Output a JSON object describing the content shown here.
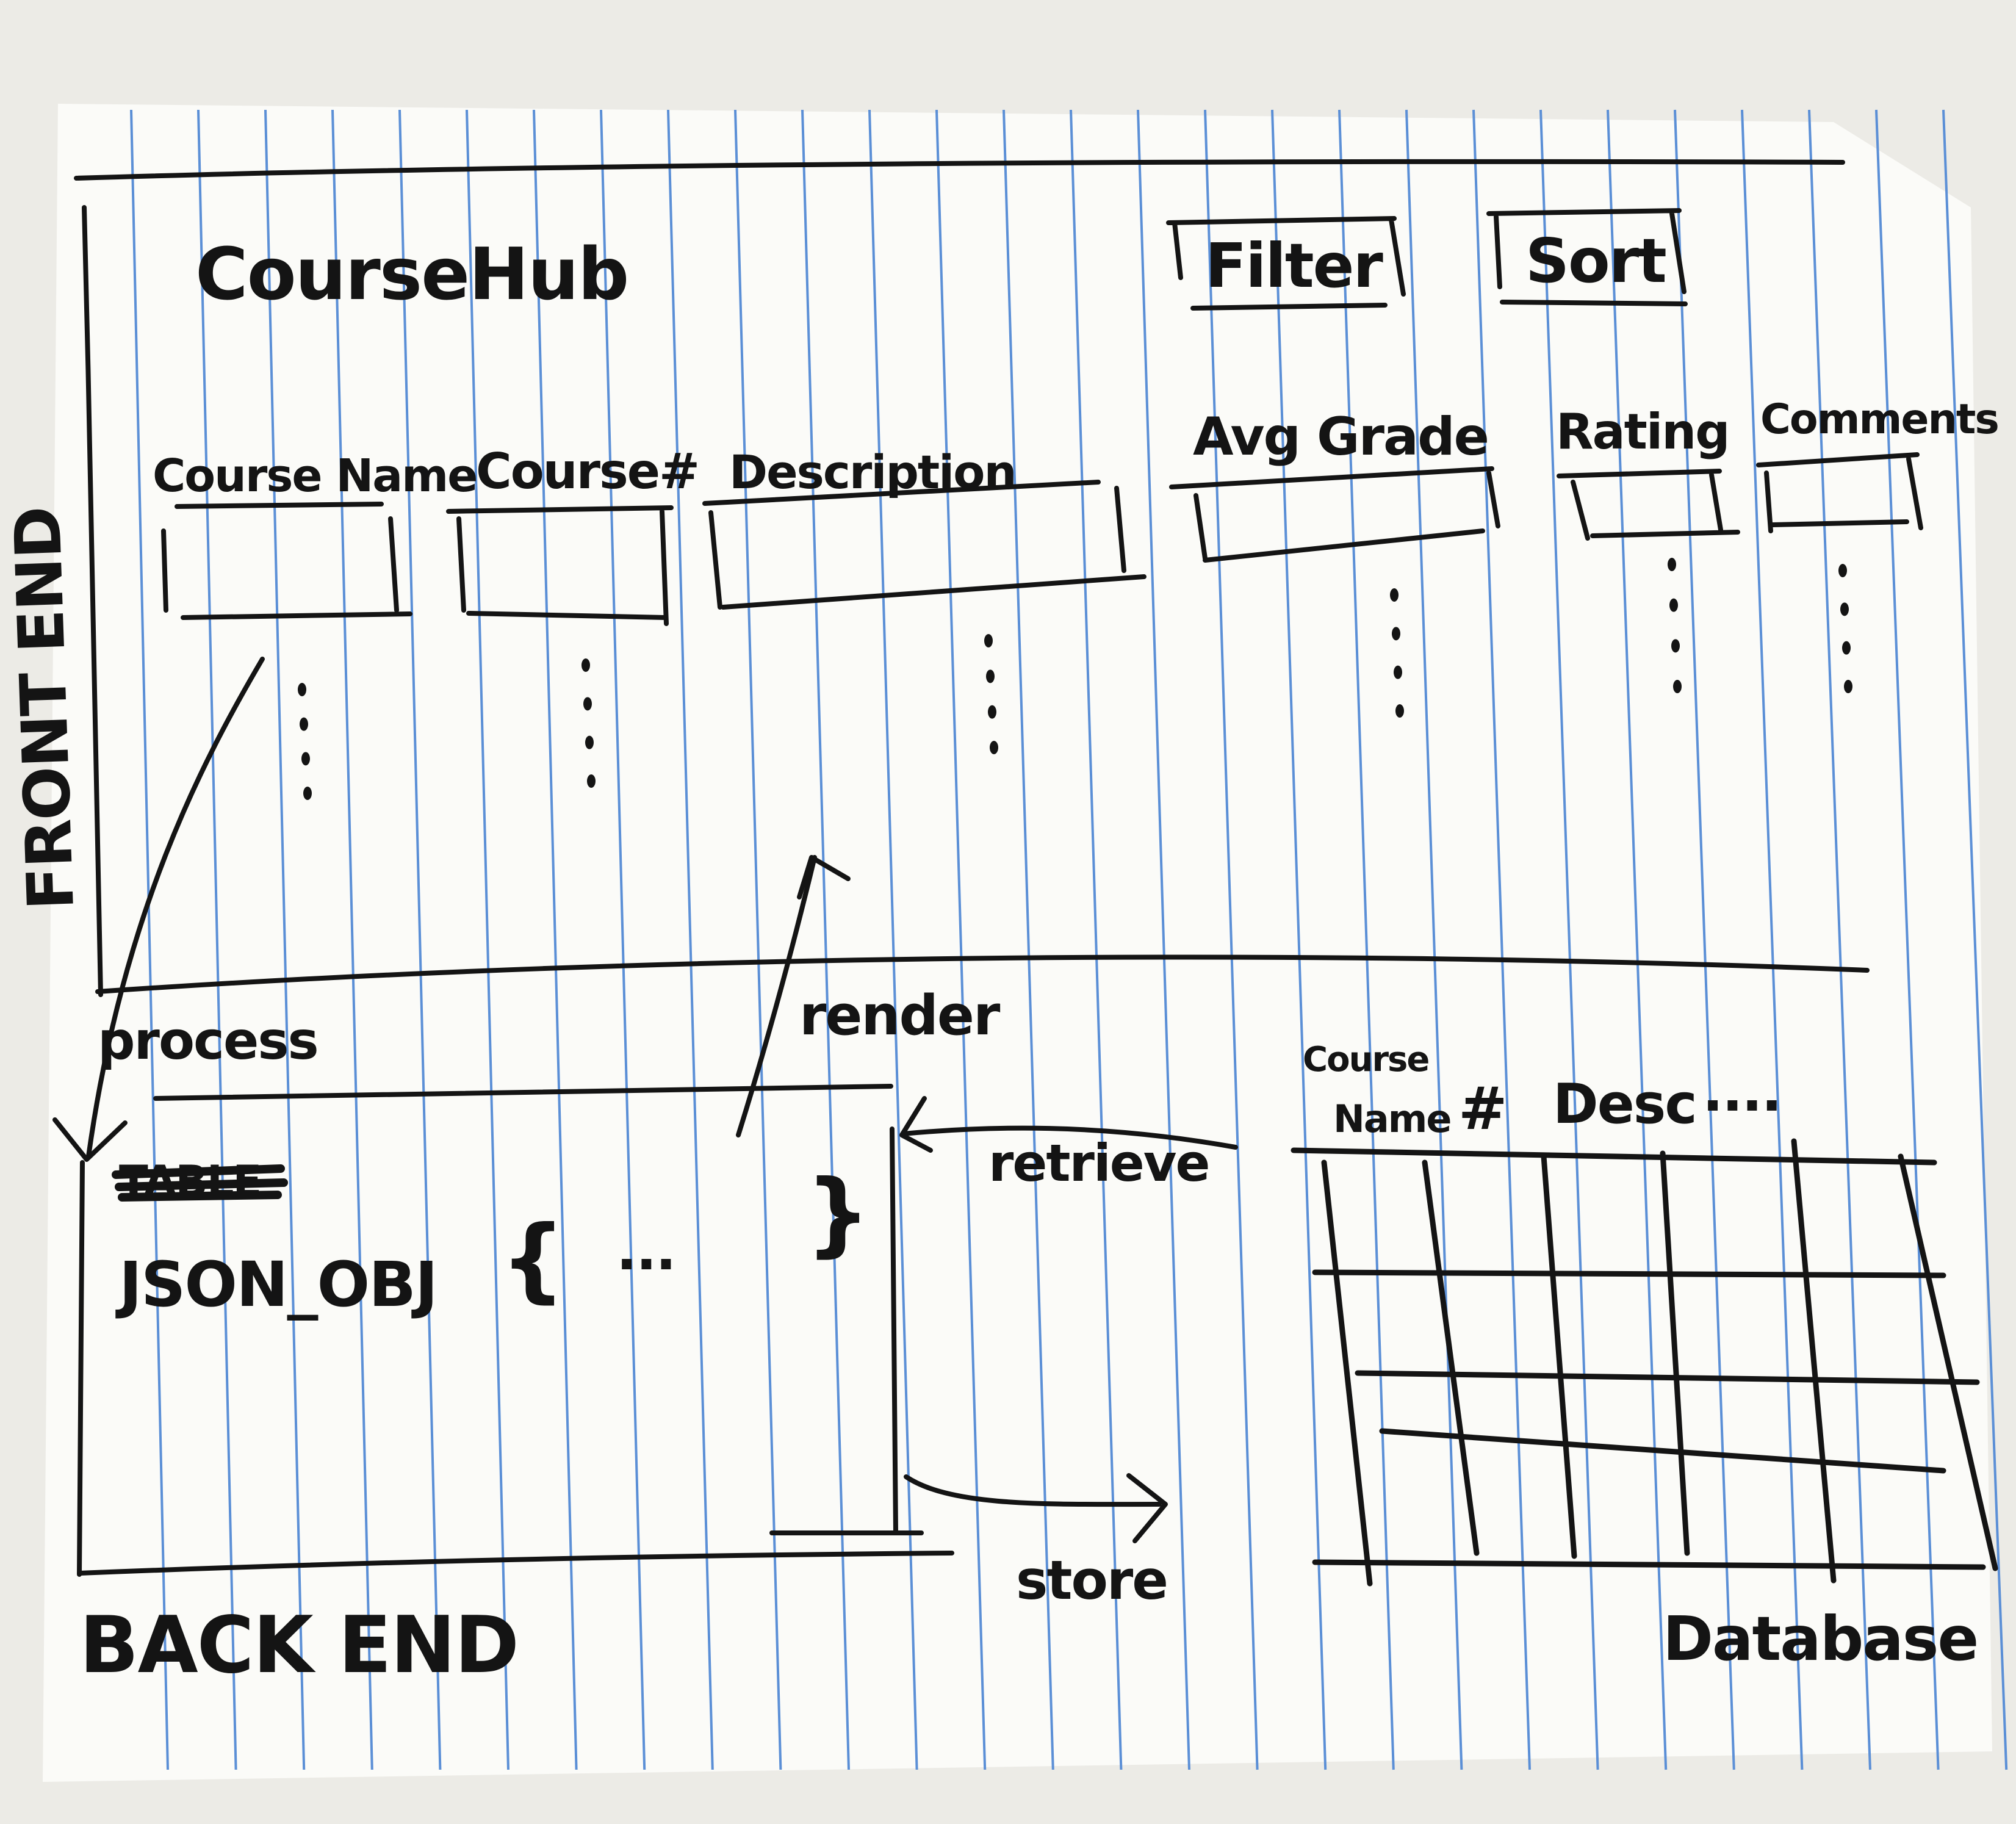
{
  "app": {
    "title": "CourseHub",
    "filter_label": "Filter",
    "sort_label": "Sort"
  },
  "columns": [
    {
      "label": "Course Name"
    },
    {
      "label": "Course#"
    },
    {
      "label": "Description"
    },
    {
      "label": "Avg Grade"
    },
    {
      "label": "Rating"
    },
    {
      "label": "Comments"
    }
  ],
  "sections": {
    "front_end": "FRONT END",
    "back_end": "BACK END"
  },
  "flow": {
    "process": "process",
    "render": "render",
    "retrieve": "retrieve",
    "store": "store"
  },
  "backend": {
    "struck_text": "TABLE",
    "json_label": "JSON_OBJ",
    "open_brace": "{",
    "ellipsis": "...",
    "close_brace": "}"
  },
  "database": {
    "label": "Database",
    "headers": {
      "course_name": "Course Name",
      "number": "#",
      "desc": "Desc",
      "more": "...."
    }
  },
  "colors": {
    "paper": "#fbfbf8",
    "ruling": "#5b8fd6",
    "ink": "#141414",
    "background": "#ecebe6"
  }
}
